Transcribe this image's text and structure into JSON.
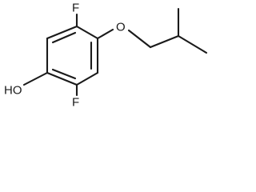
{
  "structure": {
    "atoms": {
      "fluorine_top": "F",
      "fluorine_bottom": "F",
      "oxygen": "O",
      "hydroxyl": "HO"
    }
  }
}
